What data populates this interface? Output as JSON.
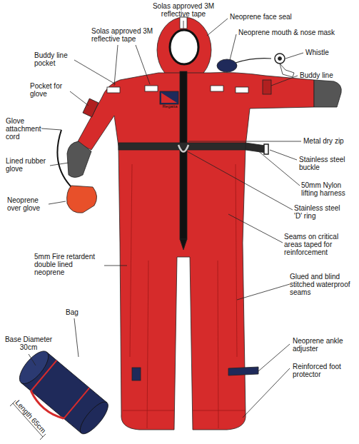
{
  "diagram": {
    "labels": [
      "Solas approved 3M reflective tape",
      "Neoprene face seal",
      "Neoprene mouth & nose mask",
      "Whistle",
      "Buddy line",
      "Buddy line pocket",
      "Solas approved 3M reflective tape",
      "Pocket for glove",
      "Glove attachment cord",
      "Lined rubber glove",
      "Neoprene over glove",
      "Metal dry zip",
      "Stainless steel buckle",
      "50mm Nylon lifting harness",
      "Stainless steel 'D' ring",
      "Seams on critical areas taped for reinforcement",
      "5mm Fire retardent double lined neoprene",
      "Glued and blind stitched waterproof seams",
      "Neoprene ankle adjuster",
      "Reinforced foot protector",
      "Bag",
      "Base Diameter 30cm",
      "Length 65cm",
      "Regatta"
    ]
  }
}
